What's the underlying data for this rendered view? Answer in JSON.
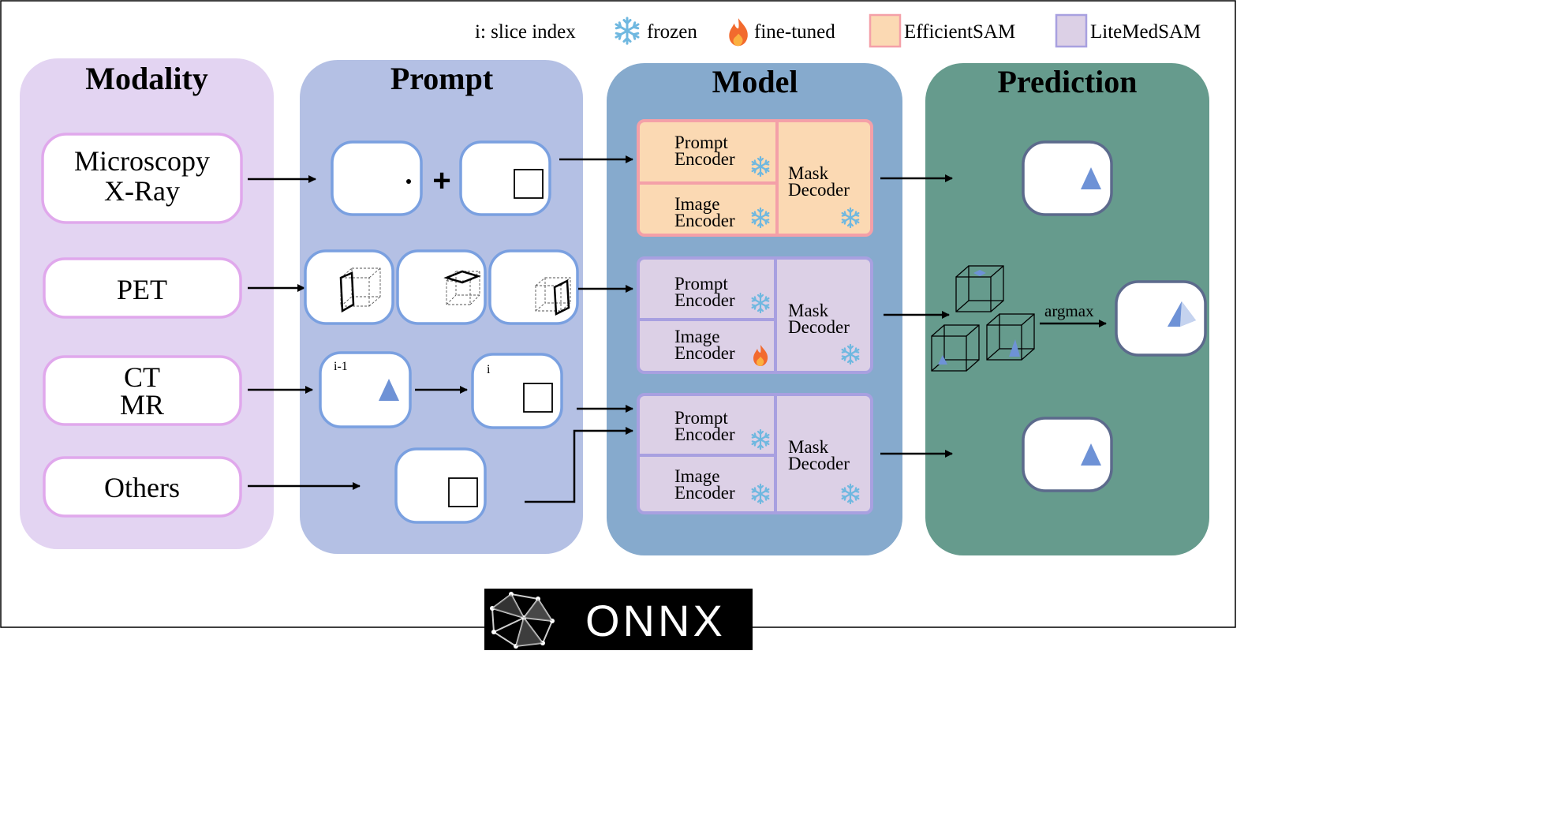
{
  "legend": {
    "slice_index": "i: slice index",
    "frozen": "frozen",
    "fine_tuned": "fine-tuned",
    "efficientsam": "EfficientSAM",
    "litemedsam": "LiteMedSAM"
  },
  "columns": {
    "modality": "Modality",
    "prompt": "Prompt",
    "model": "Model",
    "prediction": "Prediction"
  },
  "modality": {
    "row1_line1": "Microscopy",
    "row1_line2": "X-Ray",
    "row2": "PET",
    "row3_line1": "CT",
    "row3_line2": "MR",
    "row4": "Others"
  },
  "prompt": {
    "plus": "+",
    "slice_prev": "i-1",
    "slice_curr": "i"
  },
  "model": {
    "prompt_encoder_line1": "Prompt",
    "prompt_encoder_line2": "Encoder",
    "image_encoder_line1": "Image",
    "image_encoder_line2": "Encoder",
    "mask_decoder_line1": "Mask",
    "mask_decoder_line2": "Decoder"
  },
  "prediction": {
    "argmax": "argmax"
  },
  "footer": {
    "onnx": "ONNX"
  },
  "colors": {
    "modality_panel": "#e3d4f2",
    "prompt_panel": "#b4c0e4",
    "model_panel": "#86aacd",
    "prediction_panel": "#669b8d",
    "efficientsam_fill": "#fbd9b3",
    "efficientsam_border": "#f4a0a8",
    "litemedsam_fill": "#dcd0e6",
    "litemedsam_border": "#a8a0e0",
    "modality_box_border": "#e0a8ec",
    "prompt_box_border": "#7aa0e0",
    "prediction_box_border": "#5c6a8c",
    "triangle": "#6e92d6",
    "snowflake": "#6fb8e0"
  }
}
